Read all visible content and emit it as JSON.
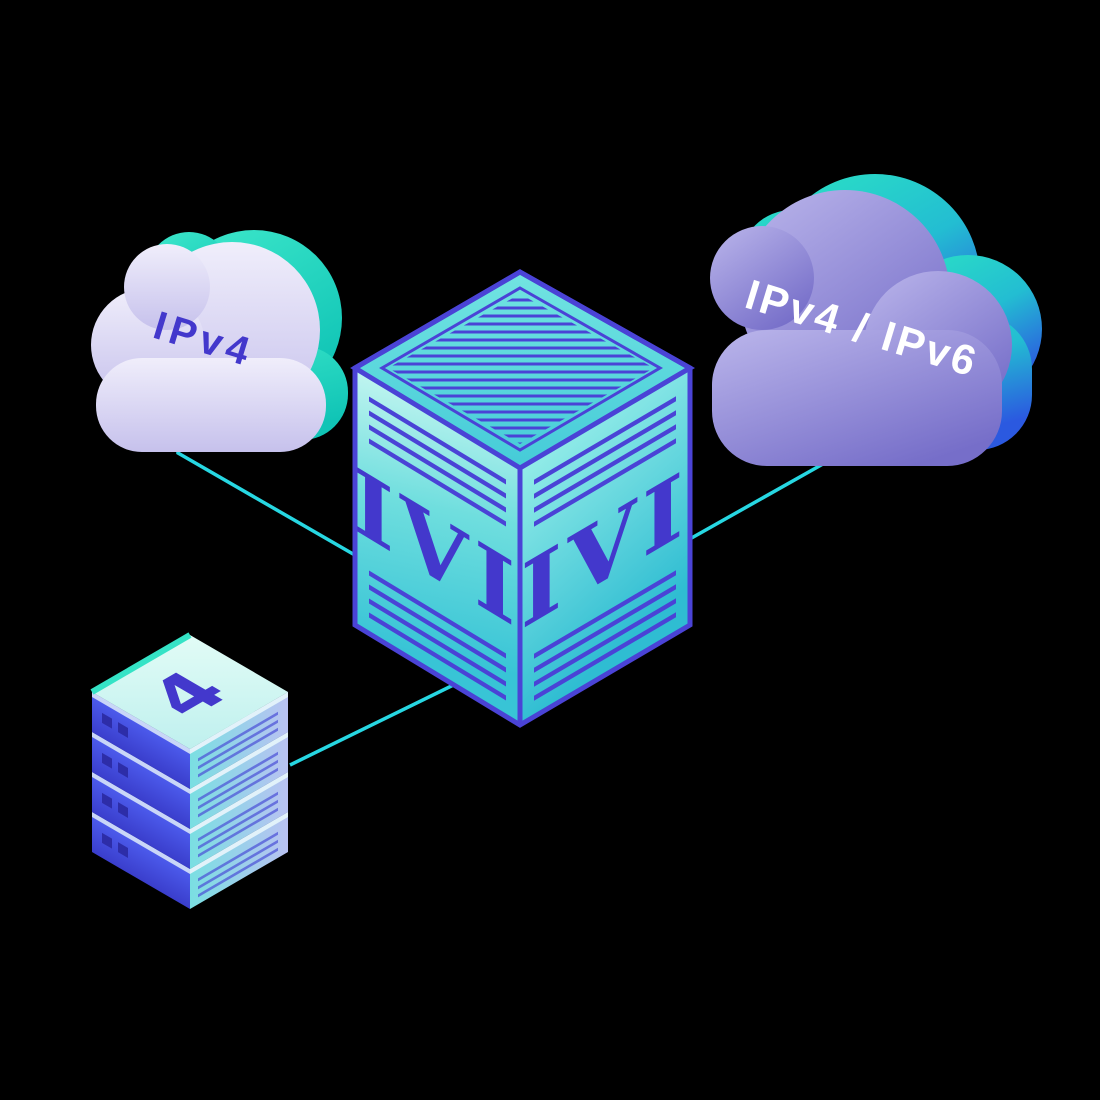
{
  "diagram": {
    "type": "isometric-network-illustration",
    "labels": {
      "left_cloud": "IPv4",
      "right_cloud": "IPv4 / IPv6",
      "translator_face_left": "IVI",
      "translator_face_right": "IVI",
      "server_stack_count": "4"
    },
    "nodes": [
      {
        "id": "ipv4-cloud",
        "label": "IPv4"
      },
      {
        "id": "ipv4-ipv6-cloud",
        "label": "IPv4 / IPv6"
      },
      {
        "id": "ivi-translator-box",
        "label": "IVI"
      },
      {
        "id": "server-stack",
        "label": "4"
      }
    ],
    "connections": [
      {
        "from": "ipv4-cloud",
        "to": "ivi-translator-box"
      },
      {
        "from": "ipv4-ipv6-cloud",
        "to": "ivi-translator-box"
      },
      {
        "from": "server-stack",
        "to": "ivi-translator-box"
      }
    ]
  },
  "colors": {
    "background": "#000000",
    "connector_cyan": "#27D7E2",
    "indigo_outline": "#4A43D6",
    "indigo_text": "#4338CC",
    "teal_accent": "#35E3C6",
    "blue_accent": "#2B59E0",
    "cloud_left_body": "#DCD8F4",
    "cloud_right_body": "#938CD9",
    "cube_face_teal": "#5AD7DC",
    "server_front_blue": "#4556E0",
    "server_side_light": "#B9C2F2",
    "server_top_mint": "#D9FAF2"
  }
}
